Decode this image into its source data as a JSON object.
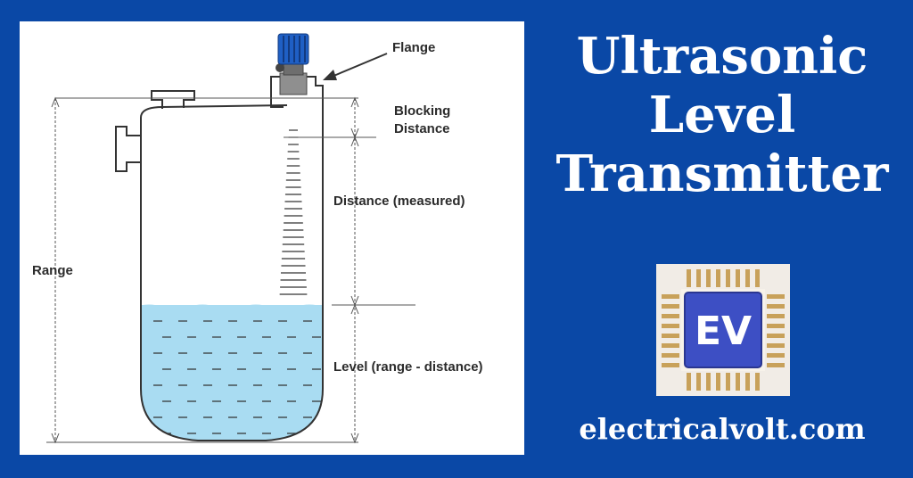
{
  "diagram": {
    "labels": {
      "flange": "Flange",
      "blocking_line1": "Blocking",
      "blocking_line2": "Distance",
      "distance": "Distance (measured)",
      "range": "Range",
      "level": "Level (range - distance)"
    }
  },
  "title_lines": [
    "Ultrasonic",
    "Level",
    "Transmitter"
  ],
  "logo": {
    "text": "EV"
  },
  "website": "electricalvolt.com",
  "colors": {
    "background": "#0a48a6",
    "liquid": "#a9dcf2",
    "sensor_cap": "#1f5fc4",
    "logo_chip": "#3d4fc4",
    "logo_pins": "#c8a15a"
  }
}
